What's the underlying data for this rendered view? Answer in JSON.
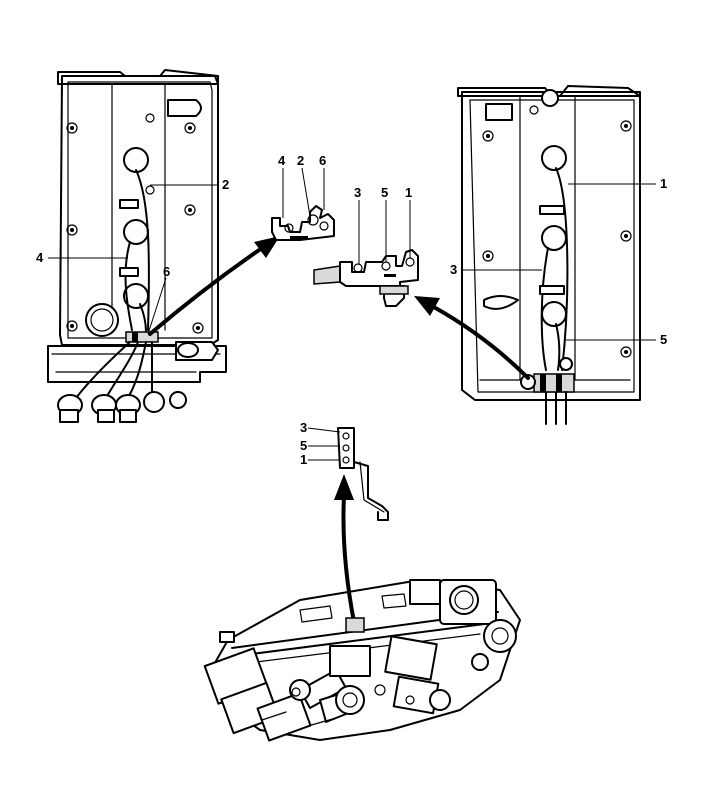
{
  "diagram": {
    "title": "",
    "labels": {
      "left_head_2": "2",
      "left_head_4": "4",
      "left_head_6": "6",
      "left_clip_4": "4",
      "left_clip_2": "2",
      "left_clip_6": "6",
      "right_clip_3": "3",
      "right_clip_5": "5",
      "right_clip_1": "1",
      "right_head_1": "1",
      "right_head_3": "3",
      "right_head_5": "5",
      "bracket_3": "3",
      "bracket_5": "5",
      "bracket_1": "1"
    },
    "callouts": [
      "left-cylinder-head-with-ignition-wires",
      "right-cylinder-head-with-ignition-wires",
      "wire-clip-cylinders-4-2-6",
      "wire-clip-cylinders-3-5-1",
      "wire-bracket-on-intake-plenum",
      "intake-manifold-assembly"
    ],
    "colors": {
      "line": "#000000",
      "background": "#ffffff",
      "shade": "#d9d9d9"
    }
  }
}
